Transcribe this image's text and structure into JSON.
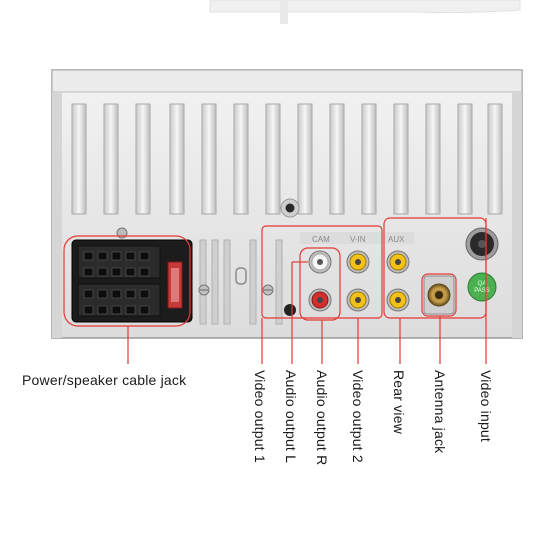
{
  "labels": {
    "power": "Power/speaker cable jack",
    "video_output_1": "Video output 1",
    "audio_output_l": "Audio output L",
    "audio_output_r": "Audio output R",
    "video_output_2": "Video output 2",
    "rear_view": "Rear view",
    "antenna_jack": "Antenna jack",
    "video_input": "Video input"
  },
  "badge": {
    "line1": "QA",
    "line2": "PASS"
  },
  "colors": {
    "callout": "#e53935",
    "rca_white": "#f2f2f2",
    "rca_red": "#d32f2f",
    "rca_yellow": "#f2c21b",
    "badge": "#4caf50",
    "chassis": "#e6e6e6"
  }
}
